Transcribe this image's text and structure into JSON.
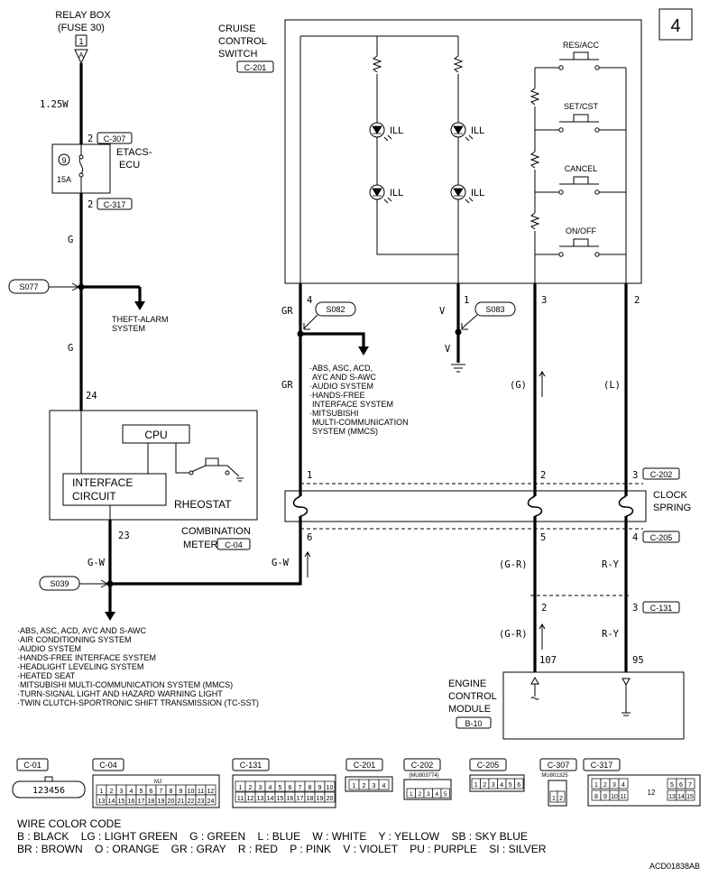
{
  "page_number": "4",
  "relay_box": {
    "title": "RELAY BOX",
    "fuse": "(FUSE 30)",
    "conn": "1",
    "terminal": "A"
  },
  "wire_1_25w": "1.25W",
  "etacs": {
    "pin_top": "2",
    "conn_top": "C-307",
    "name_1": "ETACS-",
    "name_2": "ECU",
    "fuse_no": "9",
    "fuse_amp": "15A",
    "pin_bottom": "2",
    "conn_bottom": "C-317"
  },
  "splices": {
    "s077": "S077",
    "s082": "S082",
    "s083": "S083",
    "s039": "S039"
  },
  "wire_colors": {
    "g": "G",
    "gr": "GR",
    "v": "V",
    "g_paren": "(G)",
    "l_paren": "(L)",
    "gw": "G-W",
    "gr_paren": "(G-R)",
    "ry": "R-Y"
  },
  "theft_alarm": [
    "THEFT-ALARM",
    "SYSTEM"
  ],
  "s082_list": [
    "·ABS, ASC, ACD,",
    "AYC AND S-AWC",
    "·AUDIO SYSTEM",
    "·HANDS-FREE",
    "INTERFACE SYSTEM",
    "·MITSUBISHI",
    "MULTI-COMMUNICATION",
    "SYSTEM (MMCS)"
  ],
  "cruise_switch": {
    "title_1": "CRUISE",
    "title_2": "CONTROL",
    "title_3": "SWITCH",
    "conn": "C-201",
    "ill": "ILL",
    "res_acc": "RES/ACC",
    "set_cst": "SET/CST",
    "cancel": "CANCEL",
    "on_off": "ON/OFF",
    "pins": [
      "4",
      "1",
      "3",
      "2"
    ]
  },
  "clock_spring": {
    "name_1": "CLOCK",
    "name_2": "SPRING",
    "conn_top": "C-202",
    "conn_bottom": "C-205",
    "pins_top": [
      "1",
      "2",
      "3"
    ],
    "pins_bottom": [
      "6",
      "5",
      "4"
    ]
  },
  "combination_meter": {
    "cpu": "CPU",
    "interface_1": "INTERFACE",
    "interface_2": "CIRCUIT",
    "rheostat": "RHEOSTAT",
    "name_1": "COMBINATION",
    "name_2": "METER",
    "conn": "C-04",
    "pin_top": "24",
    "pin_bottom": "23"
  },
  "c131": {
    "pin_left": "2",
    "pin_right": "3",
    "conn": "C-131"
  },
  "ecm": {
    "name_1": "ENGINE",
    "name_2": "CONTROL",
    "name_3": "MODULE",
    "conn": "B-10",
    "pin_left": "107",
    "pin_right": "95"
  },
  "s039_list": [
    "·ABS, ASC, ACD, AYC AND S-AWC",
    "·AIR CONDITIONING SYSTEM",
    "·AUDIO SYSTEM",
    "·HANDS-FREE INTERFACE SYSTEM",
    "·HEADLIGHT LEVELING SYSTEM",
    "·HEATED SEAT",
    "·MITSUBISHI MULTI-COMMUNICATION SYSTEM (MMCS)",
    "·TURN-SIGNAL LIGHT AND HAZARD WARNING LIGHT",
    "·TWIN CLUTCH-SPORTRONIC SHIFT TRANSMISSION (TC-SST)"
  ],
  "connectors": {
    "c01": {
      "label": "C-01",
      "pins": "123456"
    },
    "c04": {
      "label": "C-04",
      "row1": [
        "1",
        "2",
        "3",
        "4",
        "5",
        "6",
        "7",
        "8",
        "9",
        "10",
        "11",
        "12"
      ],
      "row2": [
        "13",
        "14",
        "15",
        "16",
        "17",
        "18",
        "19",
        "20",
        "21",
        "22",
        "23",
        "24"
      ],
      "mark": "MJ"
    },
    "c131": {
      "label": "C-131",
      "row1": [
        "1",
        "2",
        "3",
        "4",
        "5",
        "6",
        "7",
        "8",
        "9",
        "10"
      ],
      "row2": [
        "11",
        "12",
        "13",
        "14",
        "15",
        "16",
        "17",
        "18",
        "19",
        "20"
      ]
    },
    "c201": {
      "label": "C-201",
      "pins": [
        "1",
        "2",
        "3",
        "4"
      ]
    },
    "c202": {
      "label": "C-202",
      "part": "(MU803774)",
      "pins": [
        "1",
        "2",
        "3",
        "4",
        "5"
      ]
    },
    "c205": {
      "label": "C-205",
      "pins": [
        "1",
        "2",
        "3",
        "4",
        "5",
        "6"
      ]
    },
    "c307": {
      "label": "C-307",
      "part": "MU801325",
      "pins": [
        "1",
        "2"
      ]
    },
    "c317": {
      "label": "C-317",
      "row1": [
        "1",
        "2",
        "3",
        "4"
      ],
      "row1b": [
        "5",
        "6",
        "7"
      ],
      "row2": [
        "8",
        "9",
        "10",
        "11"
      ],
      "mid": "12",
      "row2b": [
        "13",
        "14",
        "15"
      ]
    }
  },
  "wire_color_code": {
    "title": "WIRE COLOR CODE",
    "line1": "B : BLACK    LG : LIGHT GREEN    G : GREEN    L : BLUE    W : WHITE    Y : YELLOW    SB : SKY BLUE",
    "line2": "BR : BROWN    O : ORANGE    GR : GRAY    R : RED    P : PINK    V : VIOLET    PU : PURPLE    SI : SILVER"
  },
  "doc_id": "ACD01838AB"
}
